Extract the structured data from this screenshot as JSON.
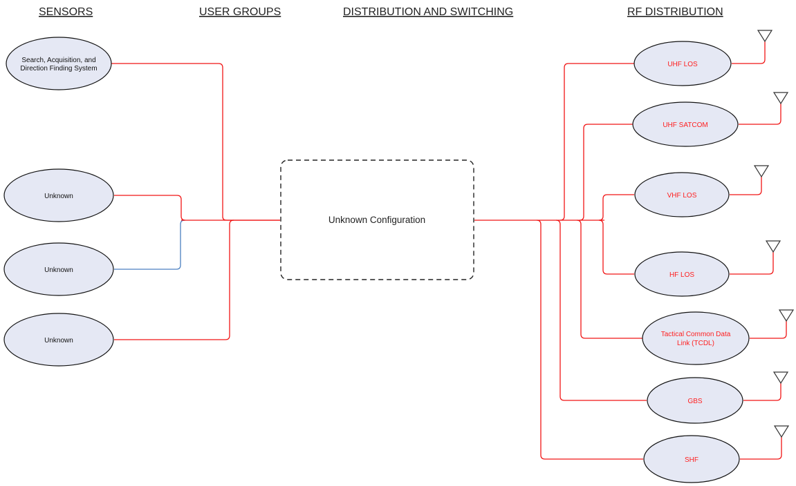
{
  "headers": {
    "sensors": "SENSORS",
    "user_groups": "USER GROUPS",
    "distribution": "DISTRIBUTION AND SWITCHING",
    "rf": "RF DISTRIBUTION"
  },
  "sensors": [
    {
      "line1": "Search, Acquisition, and",
      "line2": "Direction Finding System"
    },
    {
      "line1": "Unknown"
    },
    {
      "line1": "Unknown"
    },
    {
      "line1": "Unknown"
    }
  ],
  "center": {
    "label": "Unknown Configuration"
  },
  "rf_nodes": [
    {
      "line1": "UHF LOS"
    },
    {
      "line1": "UHF SATCOM"
    },
    {
      "line1": "VHF LOS"
    },
    {
      "line1": "HF LOS"
    },
    {
      "line1": "Tactical Common Data",
      "line2": "Link (TCDL)"
    },
    {
      "line1": "GBS"
    },
    {
      "line1": "SHF"
    }
  ],
  "colors": {
    "link_red": "#f01414",
    "link_blue": "#4a7fc0",
    "node_fill": "#e5e8f4"
  }
}
